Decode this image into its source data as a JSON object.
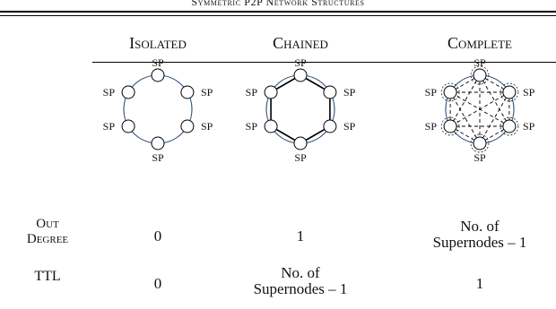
{
  "table": {
    "caption": "Symmetric P2P Network Structures",
    "columns": [
      "Isolated",
      "Chained",
      "Complete"
    ],
    "node_label": "SP",
    "rows": [
      {
        "label_line1": "Out",
        "label_line2": "Degree",
        "values": [
          "0",
          "1",
          [
            "No. of",
            "Supernodes – 1"
          ]
        ]
      },
      {
        "label_line1": "TTL",
        "label_line2": "",
        "values": [
          "0",
          [
            "No. of",
            "Supernodes – 1"
          ],
          "1"
        ]
      }
    ]
  },
  "cells": {
    "out_degree_isolated": "0",
    "out_degree_chained": "1",
    "out_degree_complete_l1": "No. of",
    "out_degree_complete_l2": "Supernodes – 1",
    "ttl_isolated": "0",
    "ttl_chained_l1": "No. of",
    "ttl_chained_l2": "Supernodes – 1",
    "ttl_complete": "1"
  },
  "colors": {
    "ring": "#2b4f7a",
    "node_stroke": "#000000",
    "text": "#111111"
  }
}
